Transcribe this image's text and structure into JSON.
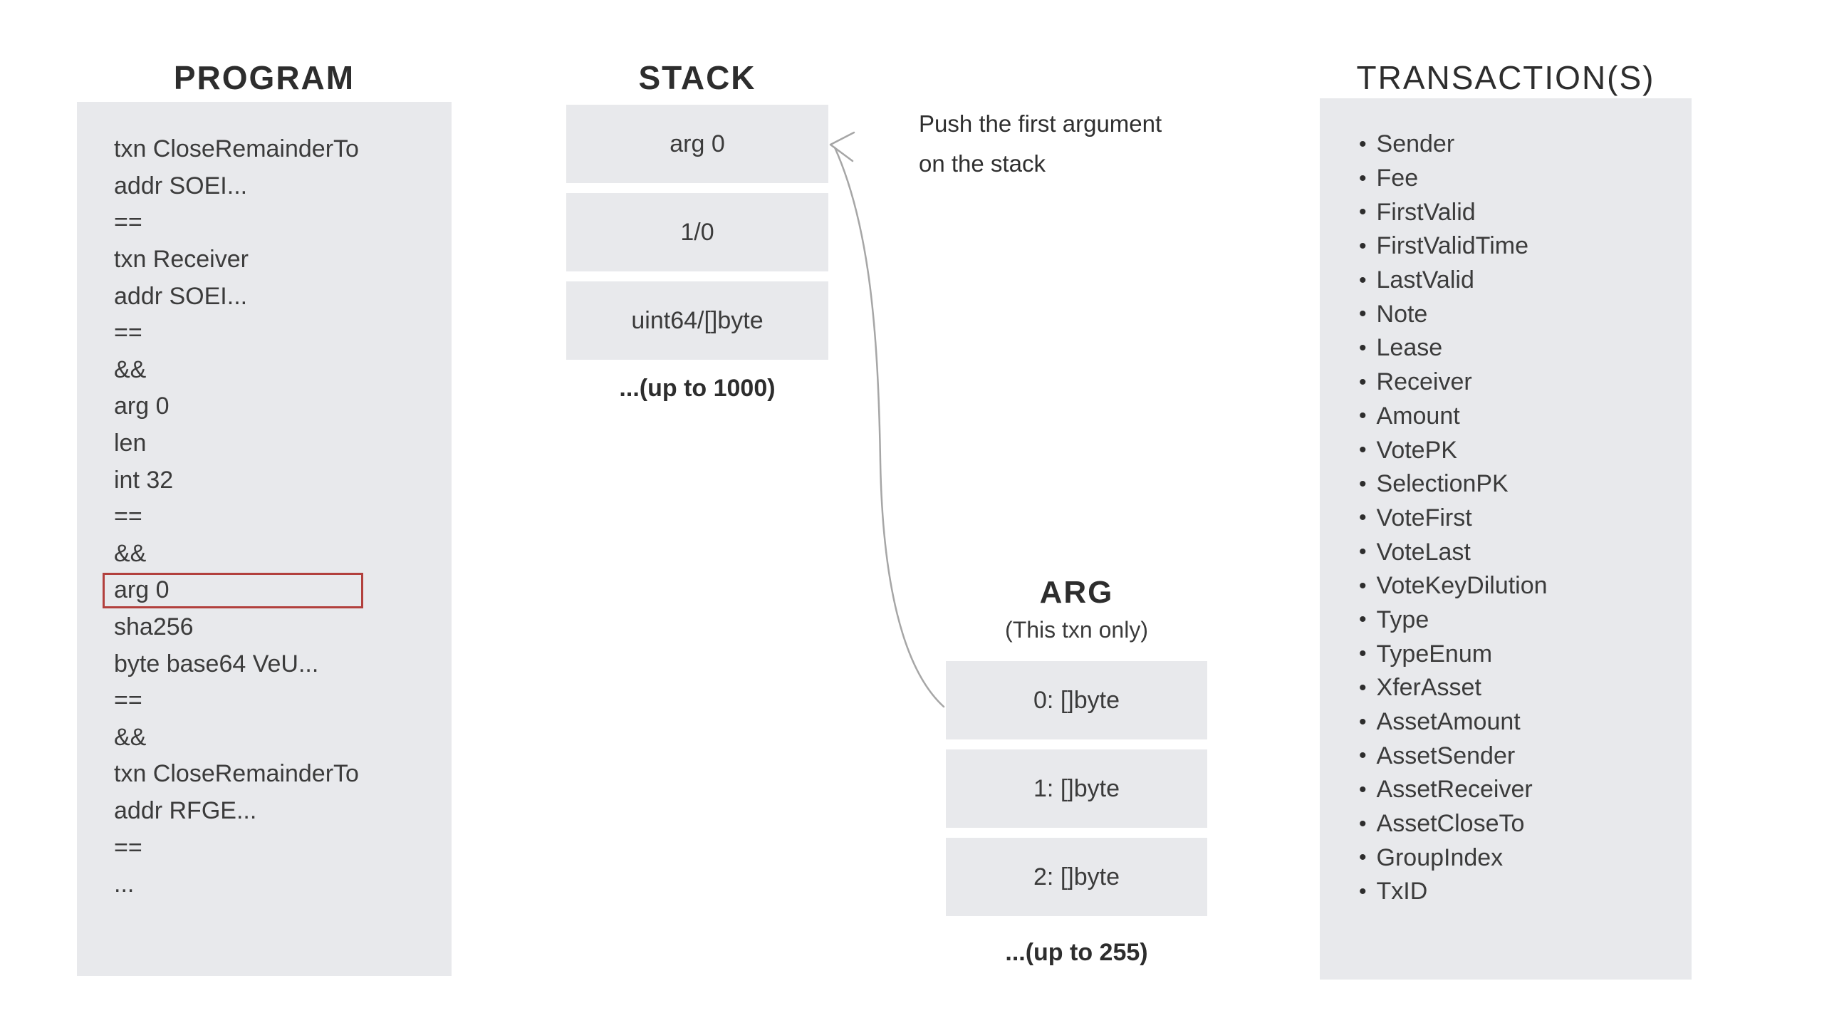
{
  "program": {
    "title": "PROGRAM",
    "lines": [
      "txn CloseRemainderTo",
      "addr SOEI...",
      "==",
      "txn Receiver",
      "addr SOEI...",
      "==",
      "&&",
      "arg 0",
      "len",
      "int 32",
      "==",
      "&&",
      "arg 0",
      "sha256",
      "byte base64 VeU...",
      "==",
      "&&",
      "txn CloseRemainderTo",
      "addr RFGE...",
      "==",
      "..."
    ],
    "highlighted_line_index": 12
  },
  "stack": {
    "title": "STACK",
    "boxes": [
      "arg 0",
      "1/0",
      "uint64/[]byte"
    ],
    "caption": "...(up to 1000)"
  },
  "annotation": {
    "line1": "Push the first argument",
    "line2": "on the stack"
  },
  "arg": {
    "title": "ARG",
    "subtitle": "(This txn only)",
    "boxes": [
      "0: []byte",
      "1: []byte",
      "2: []byte"
    ],
    "caption": "...(up to 255)"
  },
  "transactions": {
    "title": "TRANSACTION(S)",
    "items": [
      "Sender",
      "Fee",
      "FirstValid",
      "FirstValidTime",
      "LastValid",
      "Note",
      "Lease",
      "Receiver",
      "Amount",
      "VotePK",
      "SelectionPK",
      "VoteFirst",
      "VoteLast",
      "VoteKeyDilution",
      "Type",
      "TypeEnum",
      "XferAsset",
      "AssetAmount",
      "AssetSender",
      "AssetReceiver",
      "AssetCloseTo",
      "GroupIndex",
      "TxID"
    ]
  },
  "colors": {
    "panel": "#e8e9ec",
    "highlight": "#b2403d",
    "arrow": "#a6a6a6",
    "text": "#3b3b3b",
    "title": "#2d2d2d"
  }
}
